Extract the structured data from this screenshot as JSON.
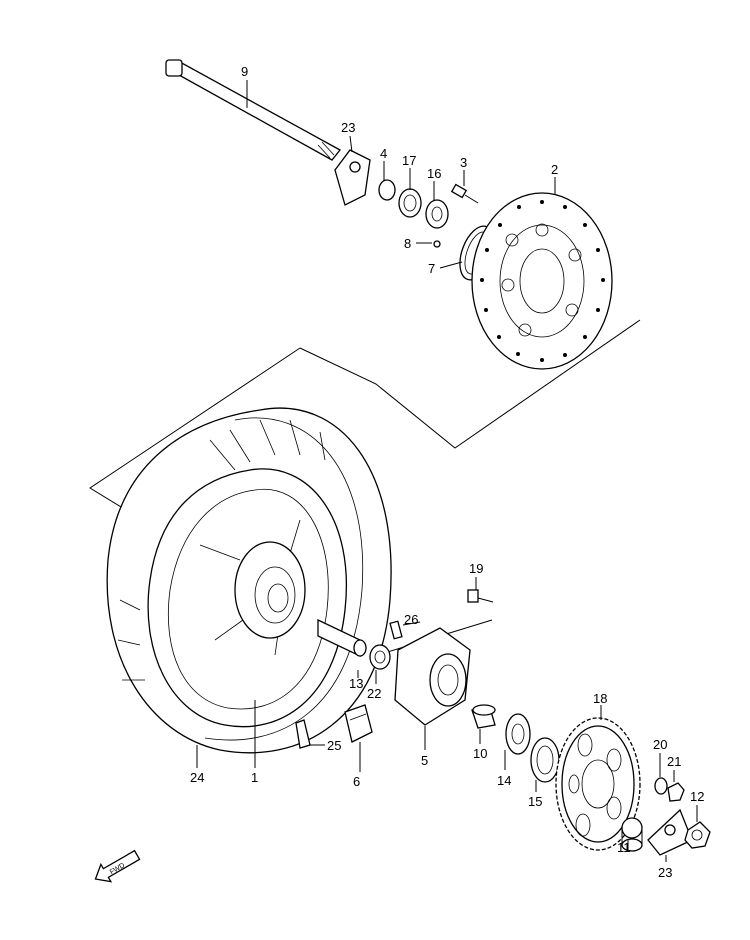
{
  "diagram": {
    "callouts": [
      "9",
      "23",
      "4",
      "17",
      "16",
      "3",
      "2",
      "8",
      "7",
      "19",
      "26",
      "13",
      "22",
      "5",
      "18",
      "10",
      "14",
      "15",
      "20",
      "21",
      "12",
      "11",
      "23",
      "6",
      "25",
      "24",
      "1"
    ],
    "fwd_label": "FWD"
  }
}
